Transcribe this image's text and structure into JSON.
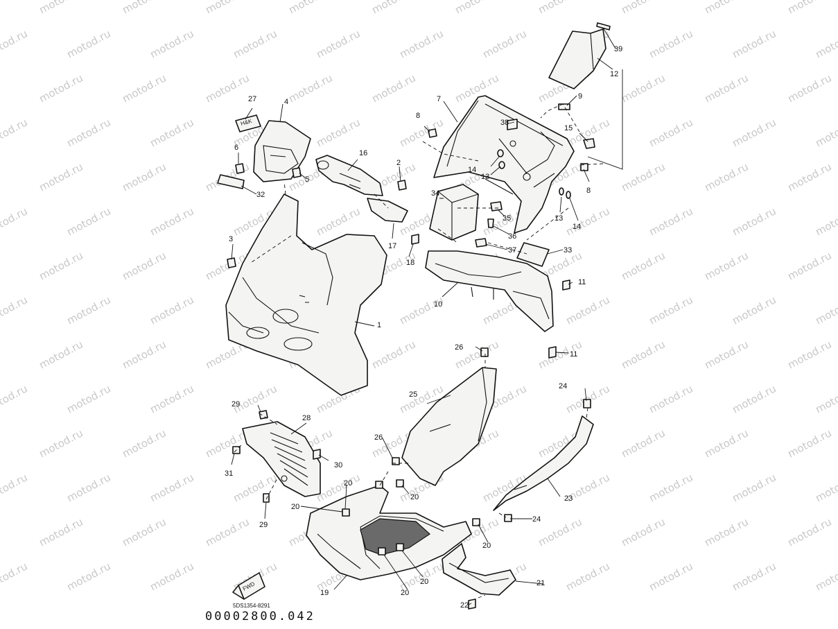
{
  "watermark": "motod.ru",
  "diagram_code": "00002800.042",
  "drawing_ref": "5DS1354-8291",
  "fwd_label": "FWD",
  "h_label": "H&K",
  "callouts": [
    {
      "id": "39",
      "text": "39"
    },
    {
      "id": "12",
      "text": "12"
    },
    {
      "id": "9",
      "text": "9"
    },
    {
      "id": "7",
      "text": "7"
    },
    {
      "id": "8a",
      "text": "8"
    },
    {
      "id": "38",
      "text": "38"
    },
    {
      "id": "15",
      "text": "15"
    },
    {
      "id": "14a",
      "text": "14"
    },
    {
      "id": "13a",
      "text": "13"
    },
    {
      "id": "8b",
      "text": "8"
    },
    {
      "id": "34",
      "text": "34"
    },
    {
      "id": "35",
      "text": "35"
    },
    {
      "id": "13b",
      "text": "13"
    },
    {
      "id": "14b",
      "text": "14"
    },
    {
      "id": "36",
      "text": "36"
    },
    {
      "id": "37",
      "text": "37"
    },
    {
      "id": "33",
      "text": "33"
    },
    {
      "id": "11a",
      "text": "11"
    },
    {
      "id": "10",
      "text": "10"
    },
    {
      "id": "11b",
      "text": "11"
    },
    {
      "id": "27",
      "text": "27"
    },
    {
      "id": "4",
      "text": "4"
    },
    {
      "id": "6",
      "text": "6"
    },
    {
      "id": "5",
      "text": "5"
    },
    {
      "id": "32",
      "text": "32"
    },
    {
      "id": "16",
      "text": "16"
    },
    {
      "id": "2",
      "text": "2"
    },
    {
      "id": "3",
      "text": "3"
    },
    {
      "id": "17",
      "text": "17"
    },
    {
      "id": "18",
      "text": "18"
    },
    {
      "id": "1",
      "text": "1"
    },
    {
      "id": "26a",
      "text": "26"
    },
    {
      "id": "25",
      "text": "25"
    },
    {
      "id": "24a",
      "text": "24"
    },
    {
      "id": "29a",
      "text": "29"
    },
    {
      "id": "28",
      "text": "28"
    },
    {
      "id": "26b",
      "text": "26"
    },
    {
      "id": "30",
      "text": "30"
    },
    {
      "id": "31",
      "text": "31"
    },
    {
      "id": "20a",
      "text": "20"
    },
    {
      "id": "20b",
      "text": "20"
    },
    {
      "id": "20c",
      "text": "20"
    },
    {
      "id": "29b",
      "text": "29"
    },
    {
      "id": "23",
      "text": "23"
    },
    {
      "id": "24b",
      "text": "24"
    },
    {
      "id": "20d",
      "text": "20"
    },
    {
      "id": "20e",
      "text": "20"
    },
    {
      "id": "19",
      "text": "19"
    },
    {
      "id": "20f",
      "text": "20"
    },
    {
      "id": "21",
      "text": "21"
    },
    {
      "id": "22",
      "text": "22"
    }
  ]
}
